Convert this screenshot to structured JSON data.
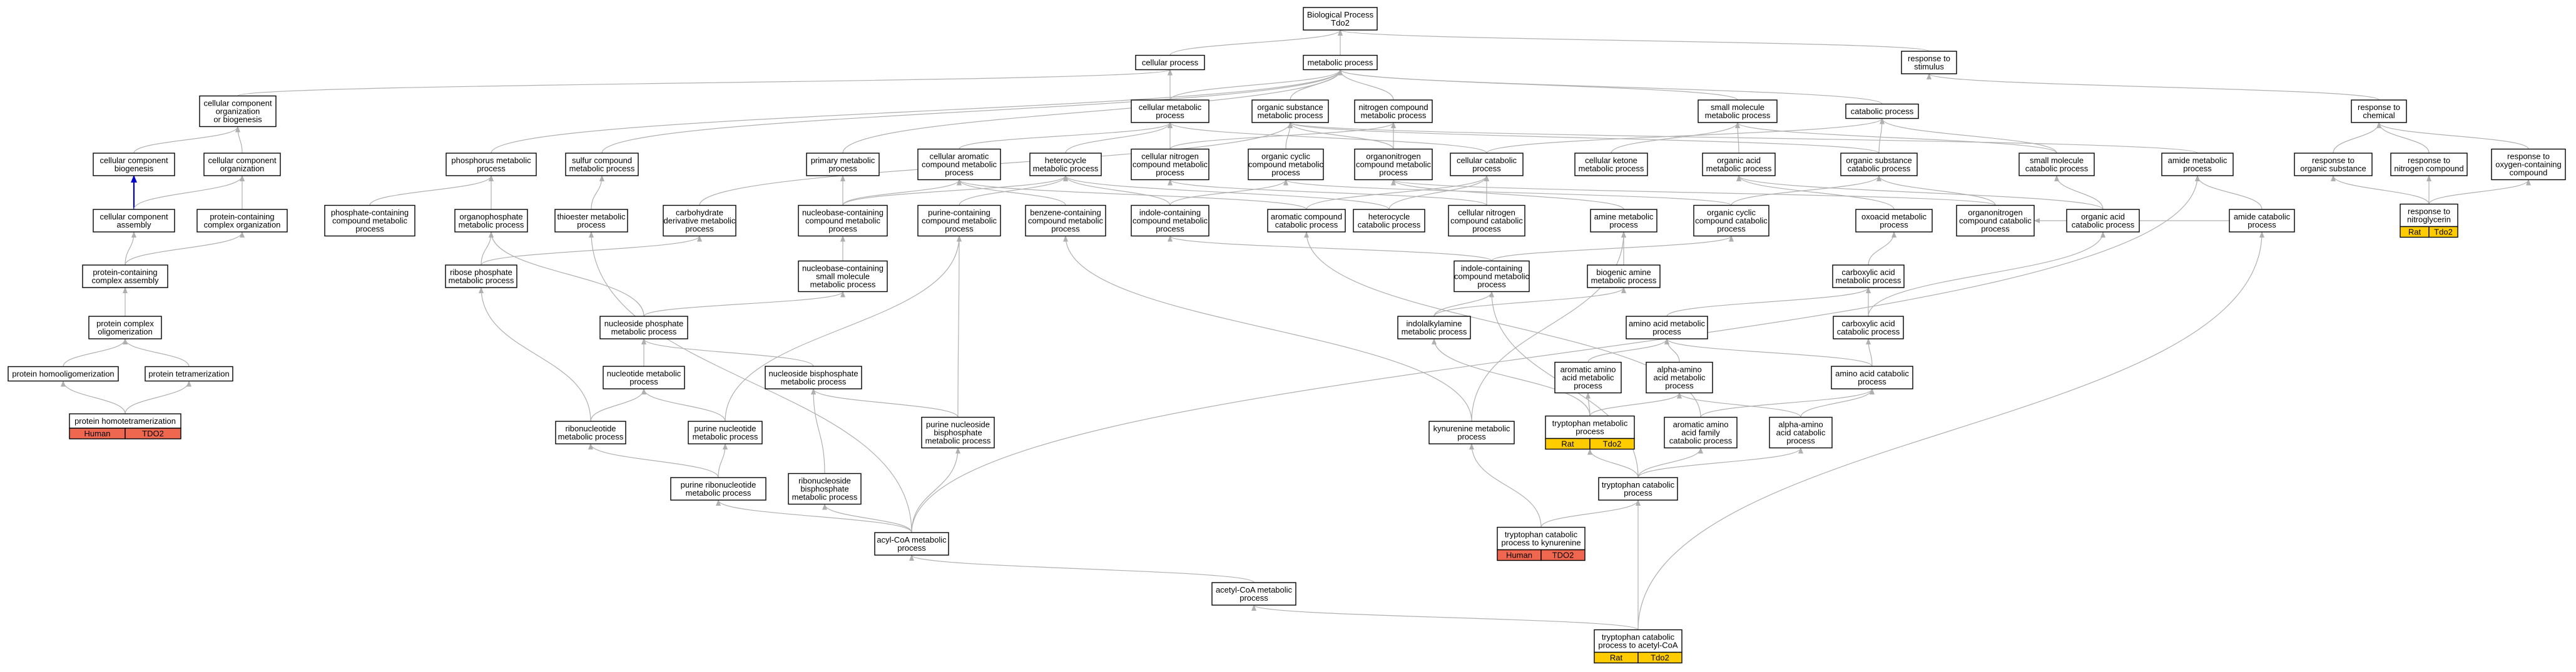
{
  "diagram": {
    "root": "Biological Process Tdo2",
    "nodes": [
      {
        "id": "bp",
        "label": [
          "Biological Process",
          "Tdo2"
        ]
      },
      {
        "id": "cp",
        "label": [
          "cellular process"
        ]
      },
      {
        "id": "mp",
        "label": [
          "metabolic process"
        ]
      },
      {
        "id": "rs",
        "label": [
          "response to",
          "stimulus"
        ]
      },
      {
        "id": "ccob",
        "label": [
          "cellular component",
          "organization",
          "or biogenesis"
        ]
      },
      {
        "id": "cmp",
        "label": [
          "cellular metabolic",
          "process"
        ]
      },
      {
        "id": "osmp",
        "label": [
          "organic substance",
          "metabolic process"
        ]
      },
      {
        "id": "ncmp",
        "label": [
          "nitrogen compound",
          "metabolic process"
        ]
      },
      {
        "id": "smmp",
        "label": [
          "small molecule",
          "metabolic process"
        ]
      },
      {
        "id": "catp",
        "label": [
          "catabolic process"
        ]
      },
      {
        "id": "rchem",
        "label": [
          "response to",
          "chemical"
        ]
      },
      {
        "id": "ccb",
        "label": [
          "cellular component",
          "biogenesis"
        ]
      },
      {
        "id": "cco",
        "label": [
          "cellular component",
          "organization"
        ]
      },
      {
        "id": "phmp",
        "label": [
          "phosphorus metabolic",
          "process"
        ]
      },
      {
        "id": "scmp",
        "label": [
          "sulfur compound",
          "metabolic process"
        ]
      },
      {
        "id": "pmp",
        "label": [
          "primary metabolic",
          "process"
        ]
      },
      {
        "id": "cacmp",
        "label": [
          "cellular aromatic",
          "compound metabolic",
          "process"
        ]
      },
      {
        "id": "hmp",
        "label": [
          "heterocycle",
          "metabolic process"
        ]
      },
      {
        "id": "cncmp",
        "label": [
          "cellular nitrogen",
          "compound metabolic",
          "process"
        ]
      },
      {
        "id": "occmp",
        "label": [
          "organic cyclic",
          "compound metabolic",
          "process"
        ]
      },
      {
        "id": "oncmp",
        "label": [
          "organonitrogen",
          "compound metabolic",
          "process"
        ]
      },
      {
        "id": "ccatp",
        "label": [
          "cellular catabolic",
          "process"
        ]
      },
      {
        "id": "ckmp",
        "label": [
          "cellular ketone",
          "metabolic process"
        ]
      },
      {
        "id": "oamp",
        "label": [
          "organic acid",
          "metabolic process"
        ]
      },
      {
        "id": "oscp",
        "label": [
          "organic substance",
          "catabolic process"
        ]
      },
      {
        "id": "smcp",
        "label": [
          "small molecule",
          "catabolic process"
        ]
      },
      {
        "id": "amidemp",
        "label": [
          "amide metabolic",
          "process"
        ]
      },
      {
        "id": "ros",
        "label": [
          "response to",
          "organic substance"
        ]
      },
      {
        "id": "rnc",
        "label": [
          "response to",
          "nitrogen compound"
        ]
      },
      {
        "id": "rocc",
        "label": [
          "response to",
          "oxygen-containing",
          "compound"
        ]
      },
      {
        "id": "cca",
        "label": [
          "cellular component",
          "assembly"
        ]
      },
      {
        "id": "pcco",
        "label": [
          "protein-containing",
          "complex organization"
        ]
      },
      {
        "id": "pccmp",
        "label": [
          "phosphate-containing",
          "compound metabolic",
          "process"
        ]
      },
      {
        "id": "opmp",
        "label": [
          "organophosphate",
          "metabolic process"
        ]
      },
      {
        "id": "temp",
        "label": [
          "thioester metabolic",
          "process"
        ]
      },
      {
        "id": "cdmp",
        "label": [
          "carbohydrate",
          "derivative metabolic",
          "process"
        ]
      },
      {
        "id": "nbccmp",
        "label": [
          "nucleobase-containing",
          "compound metabolic",
          "process"
        ]
      },
      {
        "id": "puccmp",
        "label": [
          "purine-containing",
          "compound metabolic",
          "process"
        ]
      },
      {
        "id": "bccmp",
        "label": [
          "benzene-containing",
          "compound metabolic",
          "process"
        ]
      },
      {
        "id": "iccmp",
        "label": [
          "indole-containing",
          "compound metabolic",
          "process"
        ]
      },
      {
        "id": "accp",
        "label": [
          "aromatic compound",
          "catabolic process"
        ]
      },
      {
        "id": "hcp",
        "label": [
          "heterocycle",
          "catabolic process"
        ]
      },
      {
        "id": "cnccp",
        "label": [
          "cellular nitrogen",
          "compound catabolic",
          "process"
        ]
      },
      {
        "id": "amp",
        "label": [
          "amine metabolic",
          "process"
        ]
      },
      {
        "id": "occcp",
        "label": [
          "organic cyclic",
          "compound catabolic",
          "process"
        ]
      },
      {
        "id": "oxmp",
        "label": [
          "oxoacid metabolic",
          "process"
        ]
      },
      {
        "id": "onccp",
        "label": [
          "organonitrogen",
          "compound catabolic",
          "process"
        ]
      },
      {
        "id": "oacp",
        "label": [
          "organic acid",
          "catabolic process"
        ]
      },
      {
        "id": "amcp",
        "label": [
          "amide catabolic",
          "process"
        ]
      },
      {
        "id": "rnitro",
        "label": [
          "response to",
          "nitroglycerin"
        ],
        "species": [
          {
            "name": "Rat",
            "gene": "Tdo2"
          }
        ]
      },
      {
        "id": "pcca",
        "label": [
          "protein-containing",
          "complex assembly"
        ]
      },
      {
        "id": "rpmp",
        "label": [
          "ribose phosphate",
          "metabolic process"
        ]
      },
      {
        "id": "nbcsm",
        "label": [
          "nucleobase-containing",
          "small molecule",
          "metabolic process"
        ]
      },
      {
        "id": "iccmp2",
        "label": [
          "indole-containing",
          "compound metabolic",
          "process"
        ]
      },
      {
        "id": "bamp",
        "label": [
          "biogenic amine",
          "metabolic process"
        ]
      },
      {
        "id": "camp",
        "label": [
          "carboxylic acid",
          "metabolic process"
        ]
      },
      {
        "id": "pco",
        "label": [
          "protein complex",
          "oligomerization"
        ]
      },
      {
        "id": "npmp",
        "label": [
          "nucleoside phosphate",
          "metabolic process"
        ]
      },
      {
        "id": "iamp",
        "label": [
          "indolalkylamine",
          "metabolic process"
        ]
      },
      {
        "id": "aamp",
        "label": [
          "amino acid metabolic",
          "process"
        ]
      },
      {
        "id": "cacp",
        "label": [
          "carboxylic acid",
          "catabolic process"
        ]
      },
      {
        "id": "phomo",
        "label": [
          "protein homooligomerization"
        ]
      },
      {
        "id": "ptetra",
        "label": [
          "protein tetramerization"
        ]
      },
      {
        "id": "nmp",
        "label": [
          "nucleotide metabolic",
          "process"
        ]
      },
      {
        "id": "nbmp",
        "label": [
          "nucleoside bisphosphate",
          "metabolic process"
        ]
      },
      {
        "id": "aromaamp",
        "label": [
          "aromatic amino",
          "acid metabolic",
          "process"
        ]
      },
      {
        "id": "alphaamp",
        "label": [
          "alpha-amino",
          "acid metabolic",
          "process"
        ]
      },
      {
        "id": "aacp",
        "label": [
          "amino acid catabolic",
          "process"
        ]
      },
      {
        "id": "phomotetra",
        "label": [
          "protein homotetramerization"
        ],
        "species": [
          {
            "name": "Human",
            "gene": "TDO2"
          }
        ]
      },
      {
        "id": "rnmp",
        "label": [
          "ribonucleotide",
          "metabolic process"
        ]
      },
      {
        "id": "punmp",
        "label": [
          "purine nucleotide",
          "metabolic process"
        ]
      },
      {
        "id": "pnbmp",
        "label": [
          "purine nucleoside",
          "bisphosphate",
          "metabolic process"
        ]
      },
      {
        "id": "kmp",
        "label": [
          "kynurenine metabolic",
          "process"
        ]
      },
      {
        "id": "tmp",
        "label": [
          "tryptophan metabolic",
          "process"
        ],
        "species": [
          {
            "name": "Rat",
            "gene": "Tdo2"
          }
        ]
      },
      {
        "id": "aaafcp",
        "label": [
          "aromatic amino",
          "acid family",
          "catabolic process"
        ]
      },
      {
        "id": "alphaacp",
        "label": [
          "alpha-amino",
          "acid catabolic",
          "process"
        ]
      },
      {
        "id": "prmp",
        "label": [
          "purine ribonucleotide",
          "metabolic process"
        ]
      },
      {
        "id": "rnbmp",
        "label": [
          "ribonucleoside",
          "bisphosphate",
          "metabolic process"
        ]
      },
      {
        "id": "tcp",
        "label": [
          "tryptophan catabolic",
          "process"
        ]
      },
      {
        "id": "acoa",
        "label": [
          "acyl-CoA metabolic",
          "process"
        ]
      },
      {
        "id": "tcpk",
        "label": [
          "tryptophan catabolic",
          "process to kynurenine"
        ],
        "species": [
          {
            "name": "Human",
            "gene": "TDO2"
          }
        ]
      },
      {
        "id": "acetyl",
        "label": [
          "acetyl-CoA metabolic",
          "process"
        ]
      },
      {
        "id": "tcpa",
        "label": [
          "tryptophan catabolic",
          "process to acetyl-CoA"
        ],
        "species": [
          {
            "name": "Rat",
            "gene": "Tdo2"
          }
        ]
      }
    ],
    "edges": [
      [
        "cp",
        "bp"
      ],
      [
        "mp",
        "bp"
      ],
      [
        "rs",
        "bp"
      ],
      [
        "ccob",
        "cp"
      ],
      [
        "cmp",
        "cp"
      ],
      [
        "cmp",
        "mp"
      ],
      [
        "osmp",
        "mp"
      ],
      [
        "ncmp",
        "mp"
      ],
      [
        "smmp",
        "mp"
      ],
      [
        "catp",
        "mp"
      ],
      [
        "rchem",
        "rs"
      ],
      [
        "ccb",
        "ccob"
      ],
      [
        "cco",
        "ccob"
      ],
      [
        "cca",
        "ccb"
      ],
      [
        "cca",
        "cco"
      ],
      [
        "pcco",
        "cco"
      ],
      [
        "pcca",
        "cca"
      ],
      [
        "pcca",
        "pcco"
      ],
      [
        "pco",
        "pcca"
      ],
      [
        "phomo",
        "pco"
      ],
      [
        "ptetra",
        "pco"
      ],
      [
        "phomotetra",
        "phomo"
      ],
      [
        "phomotetra",
        "ptetra"
      ],
      [
        "phmp",
        "mp"
      ],
      [
        "scmp",
        "mp"
      ],
      [
        "pmp",
        "mp"
      ],
      [
        "cacmp",
        "cmp"
      ],
      [
        "hmp",
        "cmp"
      ],
      [
        "cncmp",
        "cmp"
      ],
      [
        "cncmp",
        "ncmp"
      ],
      [
        "occmp",
        "osmp"
      ],
      [
        "oncmp",
        "osmp"
      ],
      [
        "oncmp",
        "ncmp"
      ],
      [
        "ccatp",
        "cmp"
      ],
      [
        "ccatp",
        "catp"
      ],
      [
        "ckmp",
        "smmp"
      ],
      [
        "oamp",
        "smmp"
      ],
      [
        "oscp",
        "osmp"
      ],
      [
        "oscp",
        "catp"
      ],
      [
        "smcp",
        "smmp"
      ],
      [
        "smcp",
        "catp"
      ],
      [
        "amidemp",
        "osmp"
      ],
      [
        "ros",
        "rchem"
      ],
      [
        "rnc",
        "rchem"
      ],
      [
        "rocc",
        "rchem"
      ],
      [
        "pccmp",
        "phmp"
      ],
      [
        "opmp",
        "phmp"
      ],
      [
        "temp",
        "scmp"
      ],
      [
        "cdmp",
        "osmp"
      ],
      [
        "nbccmp",
        "pmp"
      ],
      [
        "nbccmp",
        "cacmp"
      ],
      [
        "nbccmp",
        "hmp"
      ],
      [
        "puccmp",
        "hmp"
      ],
      [
        "bccmp",
        "cacmp"
      ],
      [
        "iccmp",
        "hmp"
      ],
      [
        "iccmp",
        "occmp"
      ],
      [
        "accp",
        "cacmp"
      ],
      [
        "accp",
        "ccatp"
      ],
      [
        "hcp",
        "hmp"
      ],
      [
        "hcp",
        "ccatp"
      ],
      [
        "cnccp",
        "cncmp"
      ],
      [
        "cnccp",
        "ccatp"
      ],
      [
        "amp",
        "oncmp"
      ],
      [
        "occcp",
        "occmp"
      ],
      [
        "occcp",
        "oscp"
      ],
      [
        "oxmp",
        "oamp"
      ],
      [
        "onccp",
        "oncmp"
      ],
      [
        "onccp",
        "oscp"
      ],
      [
        "oacp",
        "oamp"
      ],
      [
        "oacp",
        "smcp"
      ],
      [
        "amcp",
        "amidemp"
      ],
      [
        "amcp",
        "onccp"
      ],
      [
        "rnitro",
        "ros"
      ],
      [
        "rnitro",
        "rnc"
      ],
      [
        "rnitro",
        "rocc"
      ],
      [
        "rpmp",
        "opmp"
      ],
      [
        "rpmp",
        "cdmp"
      ],
      [
        "nbcsm",
        "nbccmp"
      ],
      [
        "iccmp2",
        "iccmp"
      ],
      [
        "iccmp2",
        "occcp"
      ],
      [
        "bamp",
        "amp"
      ],
      [
        "camp",
        "oxmp"
      ],
      [
        "npmp",
        "opmp"
      ],
      [
        "npmp",
        "nbcsm"
      ],
      [
        "iamp",
        "iccmp2"
      ],
      [
        "iamp",
        "bamp"
      ],
      [
        "aamp",
        "camp"
      ],
      [
        "cacp",
        "camp"
      ],
      [
        "cacp",
        "oacp"
      ],
      [
        "nmp",
        "npmp"
      ],
      [
        "nbmp",
        "npmp"
      ],
      [
        "aromaamp",
        "aamp"
      ],
      [
        "alphaamp",
        "aamp"
      ],
      [
        "aacp",
        "aamp"
      ],
      [
        "aacp",
        "cacp"
      ],
      [
        "rnmp",
        "nmp"
      ],
      [
        "rnmp",
        "rpmp"
      ],
      [
        "punmp",
        "nmp"
      ],
      [
        "punmp",
        "puccmp"
      ],
      [
        "pnbmp",
        "nbmp"
      ],
      [
        "pnbmp",
        "puccmp"
      ],
      [
        "kmp",
        "bccmp"
      ],
      [
        "kmp",
        "amp"
      ],
      [
        "tmp",
        "aromaamp"
      ],
      [
        "tmp",
        "alphaamp"
      ],
      [
        "tmp",
        "iamp"
      ],
      [
        "aaafcp",
        "aacp"
      ],
      [
        "aaafcp",
        "accp"
      ],
      [
        "alphaacp",
        "alphaamp"
      ],
      [
        "alphaacp",
        "aacp"
      ],
      [
        "prmp",
        "rnmp"
      ],
      [
        "prmp",
        "punmp"
      ],
      [
        "rnbmp",
        "nbmp"
      ],
      [
        "tcp",
        "tmp"
      ],
      [
        "tcp",
        "aaafcp"
      ],
      [
        "tcp",
        "alphaacp"
      ],
      [
        "tcp",
        "iccmp2"
      ],
      [
        "acoa",
        "temp"
      ],
      [
        "acoa",
        "prmp"
      ],
      [
        "acoa",
        "rnbmp"
      ],
      [
        "acoa",
        "pnbmp"
      ],
      [
        "acoa",
        "amidemp"
      ],
      [
        "tcpk",
        "tcp"
      ],
      [
        "tcpk",
        "kmp"
      ],
      [
        "acetyl",
        "acoa"
      ],
      [
        "tcpa",
        "tcp"
      ],
      [
        "tcpa",
        "acetyl"
      ],
      [
        "tcpa",
        "amcp"
      ]
    ],
    "blue_edges": [
      [
        "cca",
        "ccb"
      ]
    ],
    "colors": {
      "node_fill": "#ffffff",
      "node_stroke": "#000000",
      "edge": "#b0b0b0",
      "edge_strong": "#0000cc",
      "human": "#f0674f",
      "rat": "#ffcc00"
    }
  }
}
